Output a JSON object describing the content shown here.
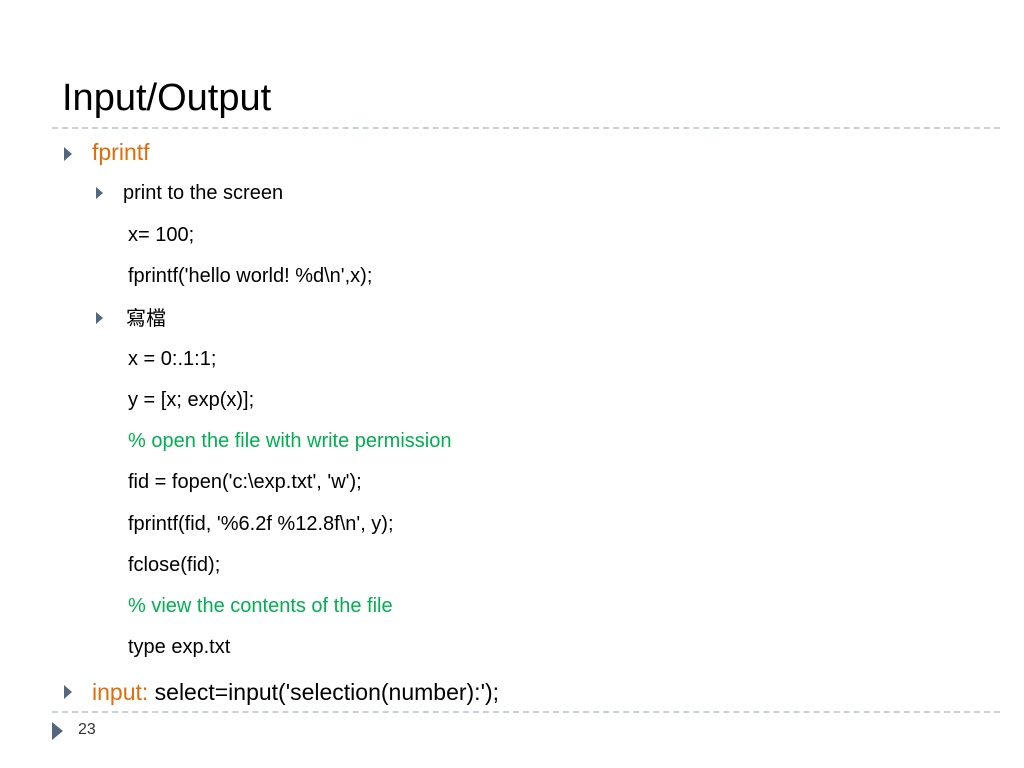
{
  "slide": {
    "title": "Input/Output",
    "page_number": "23"
  },
  "items": {
    "fprintf_label": "fprintf",
    "print_screen_label": "print to the screen",
    "code_screen": [
      "x= 100;",
      "fprintf('hello world! %d\\n',x);"
    ],
    "write_file_label": "寫檔",
    "code_file": [
      "x = 0:.1:1;",
      "y = [x; exp(x)];",
      "% open the file with write permission",
      "fid = fopen('c:\\exp.txt', 'w');",
      "fprintf(fid, '%6.2f %12.8f\\n', y);",
      "fclose(fid);",
      "% view the contents of the file",
      "type exp.txt"
    ],
    "input_label": "input:",
    "input_code": "select=input('selection(number):');"
  },
  "colors": {
    "keyword": "#e36c09",
    "comment": "#00b050",
    "bullet": "#53677f"
  }
}
